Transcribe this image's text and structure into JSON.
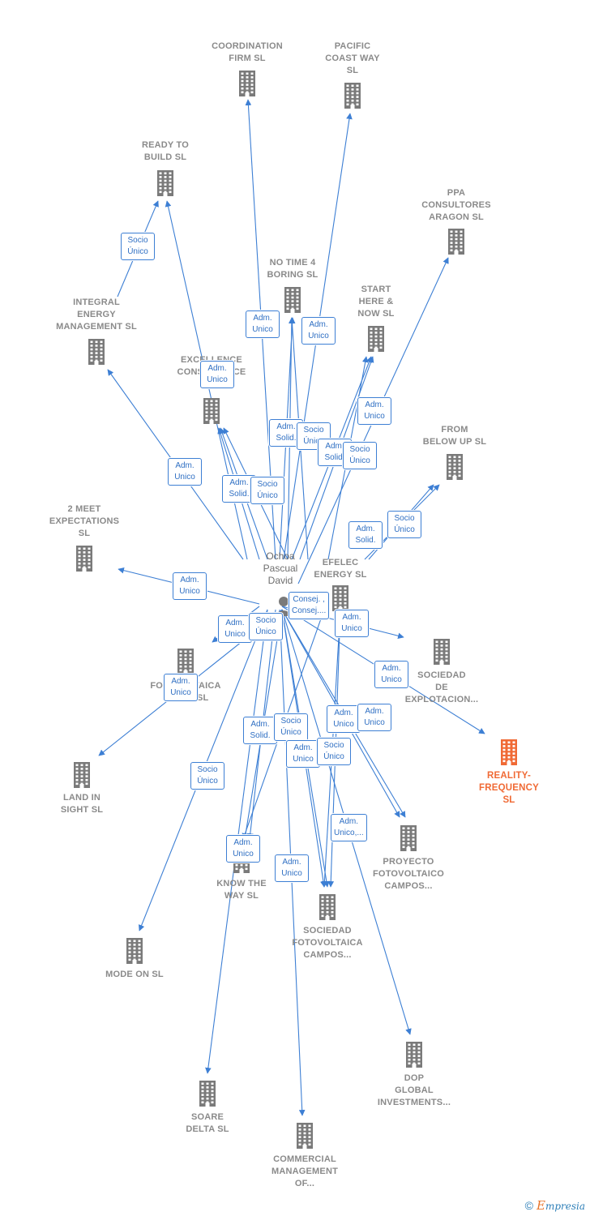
{
  "diagram": {
    "person": {
      "lines": [
        "Ochoa",
        "Pascual",
        "David"
      ]
    },
    "companies": [
      {
        "key": "coordination",
        "lines": [
          "COORDINATION",
          "FIRM  SL"
        ]
      },
      {
        "key": "pacific",
        "lines": [
          "PACIFIC",
          "COAST WAY",
          "SL"
        ]
      },
      {
        "key": "ready",
        "lines": [
          "READY TO",
          "BUILD  SL"
        ]
      },
      {
        "key": "ppa",
        "lines": [
          "PPA",
          "CONSULTORES",
          "ARAGON  SL"
        ]
      },
      {
        "key": "notime",
        "lines": [
          "NO TIME 4",
          "BORING  SL"
        ]
      },
      {
        "key": "start",
        "lines": [
          "START",
          "HERE &",
          "NOW  SL"
        ]
      },
      {
        "key": "integral",
        "lines": [
          "INTEGRAL",
          "ENERGY",
          "MANAGEMENT SL"
        ]
      },
      {
        "key": "excellence",
        "lines": [
          "EXCELLENCE",
          "CONSULTANCE",
          "SL"
        ]
      },
      {
        "key": "frombelow",
        "lines": [
          "FROM",
          "BELOW UP  SL"
        ]
      },
      {
        "key": "meet2",
        "lines": [
          "2 MEET",
          "EXPECTATIONS",
          "SL"
        ]
      },
      {
        "key": "efelec",
        "lines": [
          "EFELEC",
          "ENERGY  SL"
        ]
      },
      {
        "key": "sociedadexp",
        "lines": [
          "SOCIEDAD",
          "DE",
          "EXPLOTACION..."
        ]
      },
      {
        "key": "fotovoltaica",
        "lines": [
          "FOTOVOLTAICA",
          "BOLEA SL"
        ]
      },
      {
        "key": "reality",
        "lines": [
          "REALITY-",
          "FREQUENCY",
          "SL"
        ]
      },
      {
        "key": "landin",
        "lines": [
          "LAND IN",
          "SIGHT  SL"
        ]
      },
      {
        "key": "proyecto",
        "lines": [
          "PROYECTO",
          "FOTOVOLTAICO",
          "CAMPOS..."
        ]
      },
      {
        "key": "knowway",
        "lines": [
          "KNOW THE",
          "WAY  SL"
        ]
      },
      {
        "key": "sociedadfoto",
        "lines": [
          "SOCIEDAD",
          "FOTOVOLTAICA",
          "CAMPOS..."
        ]
      },
      {
        "key": "modeon",
        "lines": [
          "MODE ON  SL"
        ]
      },
      {
        "key": "dop",
        "lines": [
          "DOP",
          "GLOBAL",
          "INVESTMENTS..."
        ]
      },
      {
        "key": "soare",
        "lines": [
          "SOARE",
          "DELTA SL"
        ]
      },
      {
        "key": "commercial",
        "lines": [
          "COMMERCIAL",
          "MANAGEMENT",
          "OF..."
        ]
      }
    ],
    "badges": [
      {
        "key": "b1",
        "lines": [
          "Socio",
          "Único"
        ]
      },
      {
        "key": "b2",
        "lines": [
          "Adm.",
          "Unico"
        ]
      },
      {
        "key": "b3",
        "lines": [
          "Adm.",
          "Unico"
        ]
      },
      {
        "key": "b4",
        "lines": [
          "Adm.",
          "Unico"
        ]
      },
      {
        "key": "b5",
        "lines": [
          "Adm.",
          "Unico"
        ]
      },
      {
        "key": "b6",
        "lines": [
          "Adm.",
          "Solid."
        ]
      },
      {
        "key": "b7",
        "lines": [
          "Socio",
          "Único"
        ]
      },
      {
        "key": "b8",
        "lines": [
          "Adm.",
          "Solid."
        ]
      },
      {
        "key": "b9",
        "lines": [
          "Socio",
          "Único"
        ]
      },
      {
        "key": "b10",
        "lines": [
          "Adm.",
          "Unico"
        ]
      },
      {
        "key": "b11",
        "lines": [
          "Adm.",
          "Solid."
        ]
      },
      {
        "key": "b12",
        "lines": [
          "Socio",
          "Único"
        ]
      },
      {
        "key": "b13",
        "lines": [
          "Adm.",
          "Unico"
        ]
      },
      {
        "key": "b14",
        "lines": [
          "Adm.",
          "Solid."
        ]
      },
      {
        "key": "b15",
        "lines": [
          "Socio",
          "Único"
        ]
      },
      {
        "key": "b16",
        "lines": [
          "Adm.",
          "Unico"
        ]
      },
      {
        "key": "b17",
        "lines": [
          "Consej. ,",
          "Consej...."
        ]
      },
      {
        "key": "b18",
        "lines": [
          "Adm.",
          "Unico"
        ]
      },
      {
        "key": "b19",
        "lines": [
          "Socio",
          "Único"
        ]
      },
      {
        "key": "b20",
        "lines": [
          "Adm.",
          "Unico"
        ]
      },
      {
        "key": "b21",
        "lines": [
          "Adm.",
          "Unico"
        ]
      },
      {
        "key": "b22",
        "lines": [
          "Adm.",
          "Unico"
        ]
      },
      {
        "key": "b23",
        "lines": [
          "Adm.",
          "Solid."
        ]
      },
      {
        "key": "b24",
        "lines": [
          "Socio",
          "Único"
        ]
      },
      {
        "key": "b25",
        "lines": [
          "Adm.",
          "Unico"
        ]
      },
      {
        "key": "b26",
        "lines": [
          "Socio",
          "Único"
        ]
      },
      {
        "key": "b27",
        "lines": [
          "Adm.",
          "Unico"
        ]
      },
      {
        "key": "b28",
        "lines": [
          "Socio",
          "Único"
        ]
      },
      {
        "key": "b29",
        "lines": [
          "Adm.",
          "Unico"
        ]
      },
      {
        "key": "b30",
        "lines": [
          "Adm.",
          "Unico,..."
        ]
      },
      {
        "key": "b31",
        "lines": [
          "Adm.",
          "Unico"
        ]
      },
      {
        "key": "b32",
        "lines": [
          "Adm.",
          "Unico"
        ]
      }
    ]
  },
  "colors": {
    "edge": "#3d7fd4",
    "building": "#7a7a7a",
    "focus": "#f06a35",
    "badge_text": "#2f6fc3"
  },
  "footer": {
    "copyright": "©",
    "brand_initial": "E",
    "brand_rest": "mpresia"
  }
}
